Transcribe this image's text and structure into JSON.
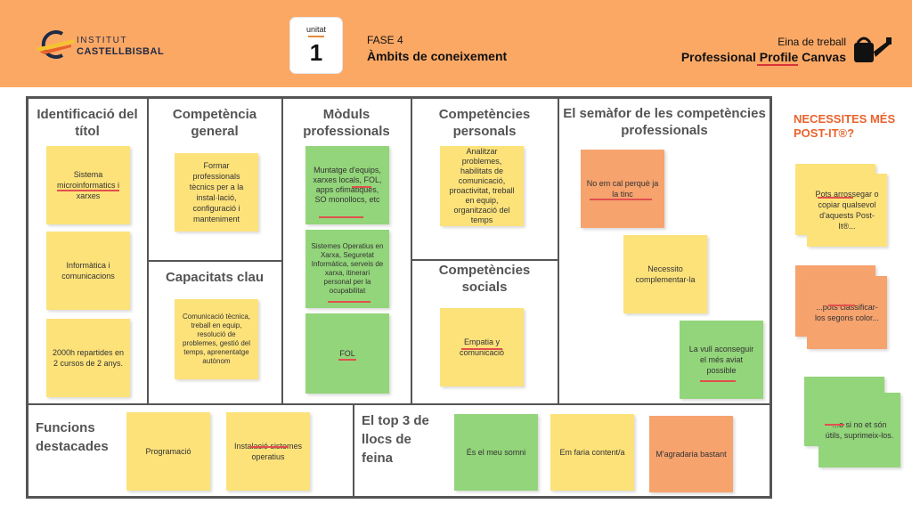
{
  "header": {
    "logo_line1": "INSTITUT",
    "logo_line2": "CASTELLBISBAL",
    "unit_label": "unitat",
    "unit_number": "1",
    "fase": "FASE 4",
    "ambits": "Àmbits de coneixement",
    "eina": "Eina de treball",
    "ppc": "Professional Profile Canvas",
    "accent": "#fba865"
  },
  "sections": {
    "identificacio": "Identificació del títol",
    "competencia_general": "Competència general",
    "capacitats_clau": "Capacitats clau",
    "moduls": "Mòduls professionals",
    "competencies_personals": "Competències personals",
    "competencies_socials": "Competències socials",
    "semafor": "El semàfor de les competències professionals",
    "funcions": "Funcions destacades",
    "top3": "El top 3 de llocs de feina"
  },
  "notes": {
    "id1": "Sistema microinformatics i xarxes",
    "id2": "Informàtica i comunicacions",
    "id3": "2000h repartides en 2 cursos de 2 anys.",
    "cg1": "Formar professionals tècnics per a la instal·lació, configuració i manteniment",
    "cc1": "Comunicació tècnica, treball en equip, resolució de problemes, gestió del temps, aprenentatge autònom",
    "mp1": "Muntatge d'equips, xarxes locals, FOL, apps ofimàtiques, SO monollocs, etc",
    "mp2": "Sistemes Operatius en Xarxa, Seguretat Informàtica, serveis de xarxa, itinerari personal per la ocupabilitat",
    "mp3": "FOL",
    "cp1": "Analitzar problemes, habilitats de comunicació, proactivitat, treball en equip, organització del temps",
    "cs1": "Empatia y comunicació",
    "sem1": "No em cal perquè ja la tinc",
    "sem2": "Necessito complementar-la",
    "sem3": "La vull aconseguir el més aviat possible",
    "fd1": "Programació",
    "fd2": "Instalació sistemes operatius",
    "t1": "És el meu somni",
    "t2": "Em faria content/a",
    "t3": "M'agradaria bastant"
  },
  "side": {
    "title": "NECESSITES MÉS POST-IT®?",
    "note1": "Pots arrossegar o copiar qualsevol d'aquests Post-It®...",
    "note2": "...pots classificar-los segons color...",
    "note3": "...o si no et són útils, suprimeix-los."
  },
  "colors": {
    "yellow": "#fde27a",
    "green": "#93d57a",
    "orange": "#f6a36e",
    "side_title": "#e8632c"
  }
}
